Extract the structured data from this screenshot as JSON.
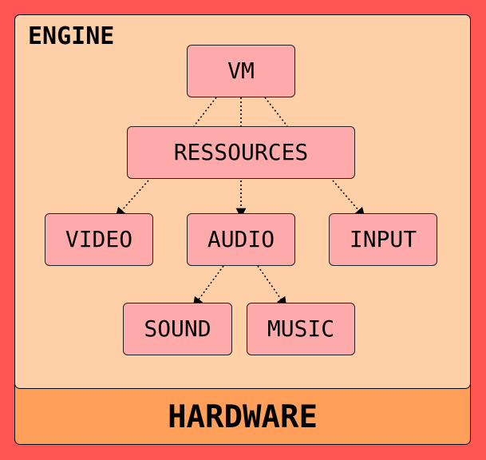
{
  "colors": {
    "background": "#FF5555",
    "engine_panel": "#FFCFA8",
    "hardware_panel": "#FF9F5A",
    "node_fill": "#FFAAAA",
    "border": "#000000"
  },
  "labels": {
    "engine": "ENGINE",
    "hardware": "HARDWARE"
  },
  "nodes": {
    "vm": "VM",
    "ressources": "RESSOURCES",
    "video": "VIDEO",
    "audio": "AUDIO",
    "input": "INPUT",
    "sound": "SOUND",
    "music": "MUSIC"
  },
  "edges": [
    {
      "from": "VM",
      "to": "RESSOURCES",
      "style": "dotted",
      "arrow": false
    },
    {
      "from": "RESSOURCES",
      "to": "VIDEO",
      "style": "dotted",
      "arrow": true
    },
    {
      "from": "RESSOURCES",
      "to": "AUDIO",
      "style": "dotted",
      "arrow": true
    },
    {
      "from": "RESSOURCES",
      "to": "INPUT",
      "style": "dotted",
      "arrow": true
    },
    {
      "from": "AUDIO",
      "to": "SOUND",
      "style": "dotted",
      "arrow": true
    },
    {
      "from": "AUDIO",
      "to": "MUSIC",
      "style": "dotted",
      "arrow": true
    }
  ]
}
